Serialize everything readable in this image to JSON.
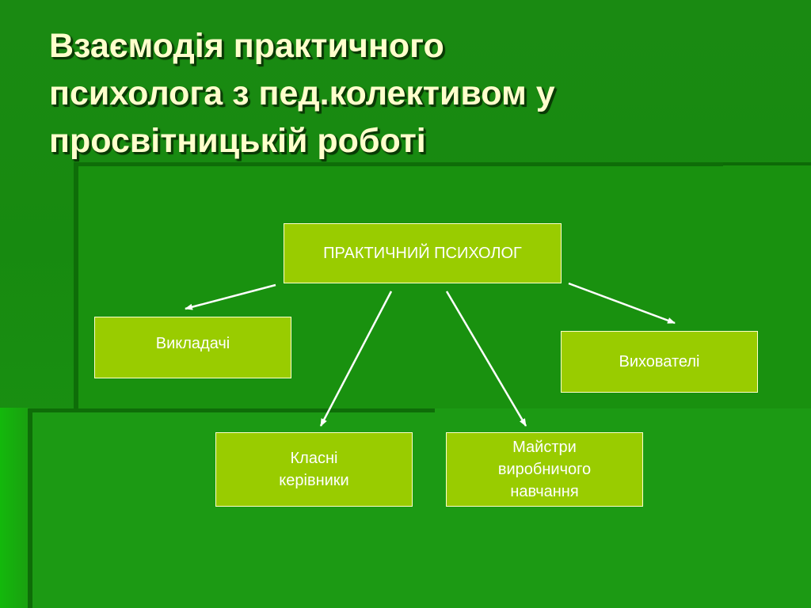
{
  "slide": {
    "title": "Взаємодія практичного\nпсихолога з пед.колективом у\nпросвітницькій роботі"
  },
  "diagram": {
    "root": "ПРАКТИЧНИЙ ПСИХОЛОГ",
    "children": [
      "Викладачі",
      "Вихователі",
      "Класні\nкерівники",
      "Майстри\nвиробничого\nнавчання"
    ]
  },
  "colors": {
    "background": "#1a8a12",
    "node_fill": "#99cc00",
    "node_border": "#ffffcc",
    "title_text": "#ffffcc",
    "node_text": "#ffffff",
    "arrow": "#ffffff"
  }
}
